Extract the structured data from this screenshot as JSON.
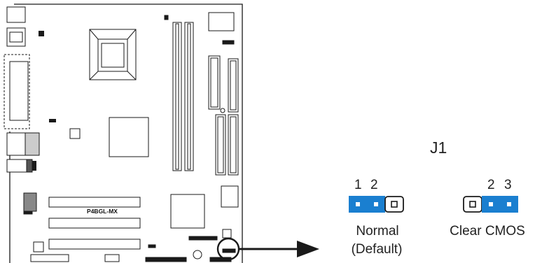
{
  "board": {
    "model": "P4BGL-MX"
  },
  "jumper": {
    "name": "J1",
    "normal": {
      "pins_label_left": "1",
      "pins_label_right": "2",
      "caption_line1": "Normal",
      "caption_line2": "(Default)"
    },
    "clear": {
      "pins_label_left": "2",
      "pins_label_right": "3",
      "caption": "Clear CMOS"
    }
  },
  "colors": {
    "jumper_cap": "#1a7fd0",
    "outline": "#1a1a1a",
    "board_fill": "#ffffff",
    "dark_fill": "#888888"
  }
}
